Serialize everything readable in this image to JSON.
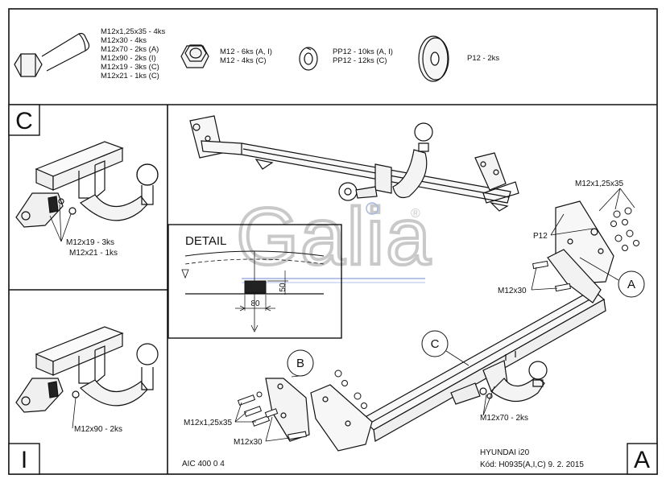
{
  "parts_header": {
    "bolts": {
      "lines": [
        "M12x1,25x35 - 4ks",
        "M12x30 - 4ks",
        "M12x70 - 2ks (A)",
        "M12x90 - 2ks (I)",
        "M12x19 - 3ks (C)",
        "M12x21 - 1ks (C)"
      ]
    },
    "nuts": {
      "lines": [
        "M12 - 6ks (A, I)",
        "M12 - 4ks (C)"
      ]
    },
    "spring_washers": {
      "lines": [
        "PP12 - 10ks (A, I)",
        "PP12 - 12ks (C)"
      ]
    },
    "washers": {
      "lines": [
        "P12 - 2ks"
      ]
    }
  },
  "panel_c": {
    "letter": "C",
    "labels": [
      "M12x19 - 3ks",
      "M12x21 - 1ks"
    ]
  },
  "panel_i": {
    "letter": "I",
    "labels": [
      "M12x90 - 2ks"
    ]
  },
  "panel_a": {
    "letter": "A"
  },
  "detail": {
    "title": "DETAIL",
    "dim_width": "80",
    "dim_height": "50"
  },
  "logo": {
    "text": "Galia",
    "registered": "®"
  },
  "callouts": {
    "a": "A",
    "b": "B",
    "c": "C"
  },
  "main_labels": {
    "bolts_top": "M12x1,25x35",
    "p12": "P12",
    "m12x30_right": "M12x30",
    "bolts_left": "M12x1,25x35",
    "m12x30_left": "M12x30",
    "m12x70": "M12x70 - 2ks"
  },
  "footer": {
    "code": "AIC 400 0 4",
    "vehicle": "HYUNDAI i20",
    "kod": "Kód: H0935(A,I,C)  9. 2. 2015"
  }
}
